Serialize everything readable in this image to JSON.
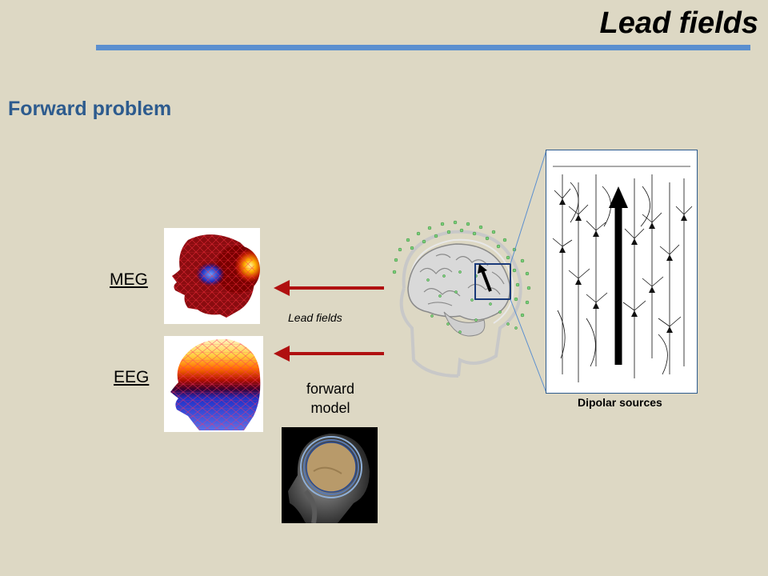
{
  "slide": {
    "title": "Lead fields",
    "subtitle": "Forward problem",
    "meg_label": "MEG",
    "eeg_label": "EEG",
    "lead_fields_label": "Lead fields",
    "forward_model_line1": "forward",
    "forward_model_line2": "model",
    "dipolar_sources_label": "Dipolar sources"
  },
  "colors": {
    "background": "#ddd8c4",
    "title_rule": "#5b8fcf",
    "subtitle": "#2d5b8e",
    "arrow": "#b01010"
  }
}
